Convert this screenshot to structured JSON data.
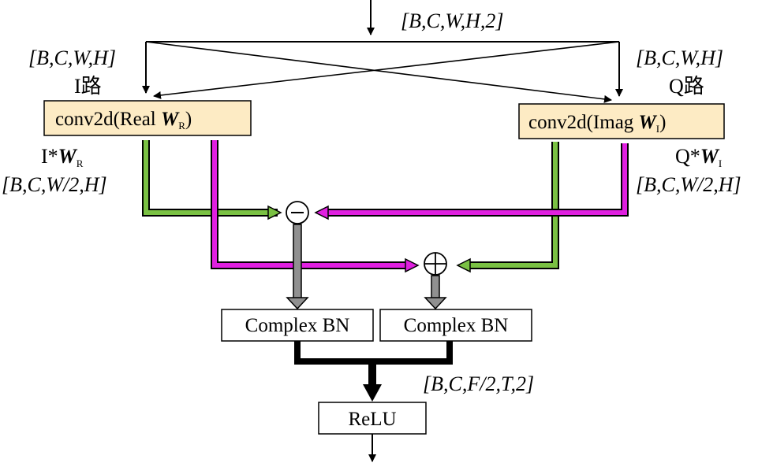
{
  "input_shape": "[B,C,W,H,2]",
  "left_branch": {
    "shape": "[B,C,W,H]",
    "path_label": "I路",
    "conv_label": "conv2d(Real ",
    "weight": "W",
    "weight_sub": "R",
    "conv_close": ")",
    "output_prefix": "I*",
    "output_shape": "[B,C,W/2,H]"
  },
  "right_branch": {
    "shape": "[B,C,W,H]",
    "path_label": "Q路",
    "conv_label": "conv2d(Imag ",
    "weight": "W",
    "weight_sub": "I",
    "conv_close": ")",
    "output_prefix": "Q*",
    "output_shape": "[B,C,W/2,H]"
  },
  "ops": {
    "minus": "−",
    "plus": "+"
  },
  "bn_left": "Complex BN",
  "bn_right": "Complex BN",
  "merge_shape": "[B,C,F/2,T,2]",
  "relu": "ReLU",
  "colors": {
    "green": "#7ac143",
    "magenta": "#e020e0",
    "gray": "#909090",
    "box_fill": "#fdebc4"
  }
}
